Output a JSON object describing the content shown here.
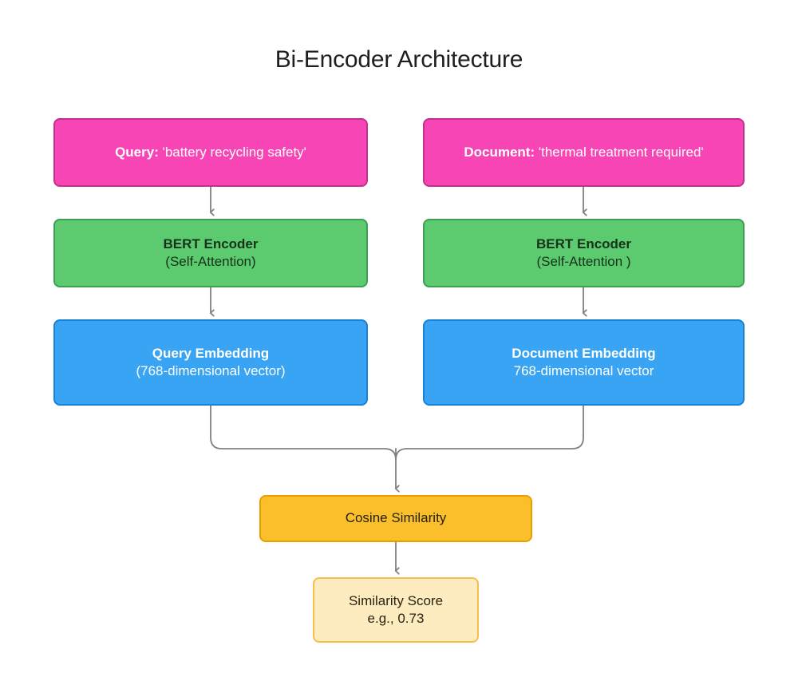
{
  "diagram": {
    "title": "Bi-Encoder Architecture",
    "type": "flowchart",
    "background_color": "#FFFFFF",
    "connector_color": "#808080",
    "nodes": {
      "query": {
        "lead": "Query:",
        "tail": " 'battery recycling safety'",
        "fill": "#F845B5",
        "stroke": "#C0308C",
        "text_color": "#FFFFFF"
      },
      "document": {
        "lead": "Document:",
        "tail": " 'thermal treatment required'",
        "fill": "#F845B5",
        "stroke": "#C0308C",
        "text_color": "#FFFFFF"
      },
      "encoder_left": {
        "line1": "BERT Encoder",
        "line2": "(Self-Attention)",
        "fill": "#5CCB6F",
        "stroke": "#3E9E51",
        "text_color": "#14331A"
      },
      "encoder_right": {
        "line1": "BERT Encoder",
        "line2": "(Self-Attention )",
        "fill": "#5CCB6F",
        "stroke": "#3E9E51",
        "text_color": "#14331A"
      },
      "embedding_left": {
        "line1": "Query Embedding",
        "line2": "(768-dimensional vector)",
        "fill": "#39A4F4",
        "stroke": "#1682D8",
        "text_color": "#FFFFFF"
      },
      "embedding_right": {
        "line1": "Document Embedding",
        "line2": "768-dimensional vector",
        "fill": "#39A4F4",
        "stroke": "#1682D8",
        "text_color": "#FFFFFF"
      },
      "cosine": {
        "label": "Cosine Similarity",
        "fill": "#FBBF2C",
        "stroke": "#E5A000",
        "text_color": "#26210C"
      },
      "score": {
        "line1": "Similarity Score",
        "line2": "e.g., 0.73",
        "fill": "#FDECC0",
        "stroke": "#F7BE4A",
        "text_color": "#2A2310"
      }
    },
    "edges": [
      {
        "name": "query-to-encoder-left",
        "from": "query",
        "to": "encoder_left"
      },
      {
        "name": "document-to-encoder-right",
        "from": "document",
        "to": "encoder_right"
      },
      {
        "name": "encoder-left-to-embedding",
        "from": "encoder_left",
        "to": "embedding_left"
      },
      {
        "name": "encoder-right-to-embedding",
        "from": "encoder_right",
        "to": "embedding_right"
      },
      {
        "name": "embedding-left-to-cosine",
        "from": "embedding_left",
        "to": "cosine"
      },
      {
        "name": "embedding-right-to-cosine",
        "from": "embedding_right",
        "to": "cosine"
      },
      {
        "name": "cosine-to-score",
        "from": "cosine",
        "to": "score"
      }
    ]
  }
}
